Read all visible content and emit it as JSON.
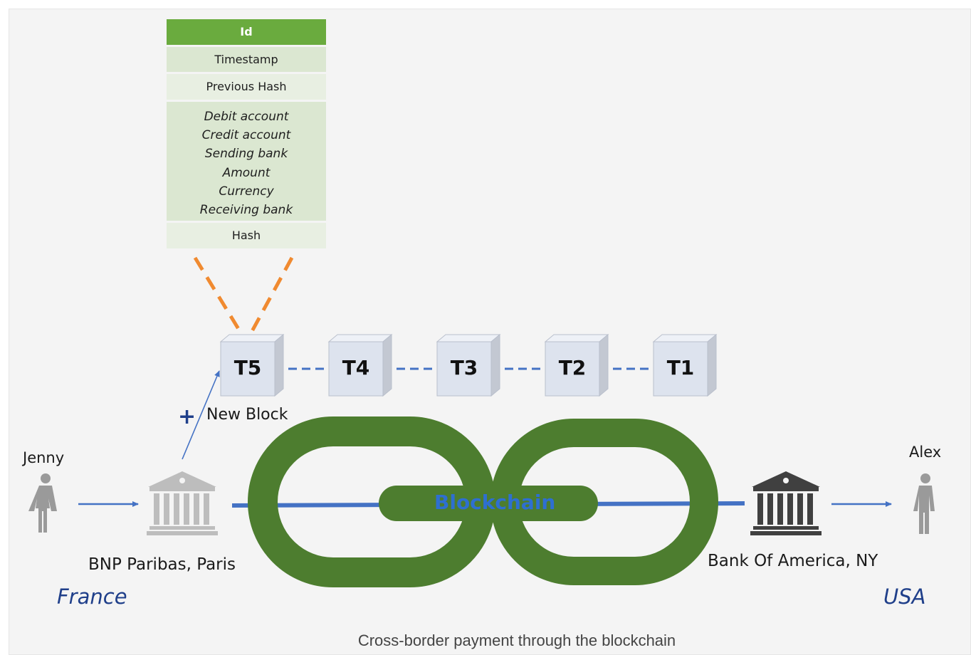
{
  "block_structure": {
    "id": "Id",
    "timestamp": "Timestamp",
    "previous_hash": "Previous Hash",
    "fields": [
      "Debit account",
      "Credit account",
      "Sending bank",
      "Amount",
      "Currency",
      "Receiving bank"
    ],
    "hash": "Hash"
  },
  "chain_blocks": [
    "T5",
    "T4",
    "T3",
    "T2",
    "T1"
  ],
  "new_block": {
    "symbol": "+",
    "label": "New Block"
  },
  "sender": {
    "person": "Jenny",
    "bank": "BNP Paribas, Paris",
    "country": "France"
  },
  "receiver": {
    "person": "Alex",
    "bank": "Bank Of America, NY",
    "country": "USA"
  },
  "chain_label": "Blockchain",
  "caption": "Cross-border payment through the blockchain",
  "colors": {
    "table_header": "#6aab3e",
    "chain_green": "#4d7d2f",
    "link_blue": "#4472c4",
    "dash_orange": "#f08a30",
    "country_blue": "#1f3f8a"
  },
  "icons": [
    "person-icon",
    "bank-icon",
    "cube-icon",
    "arrow-icon"
  ]
}
